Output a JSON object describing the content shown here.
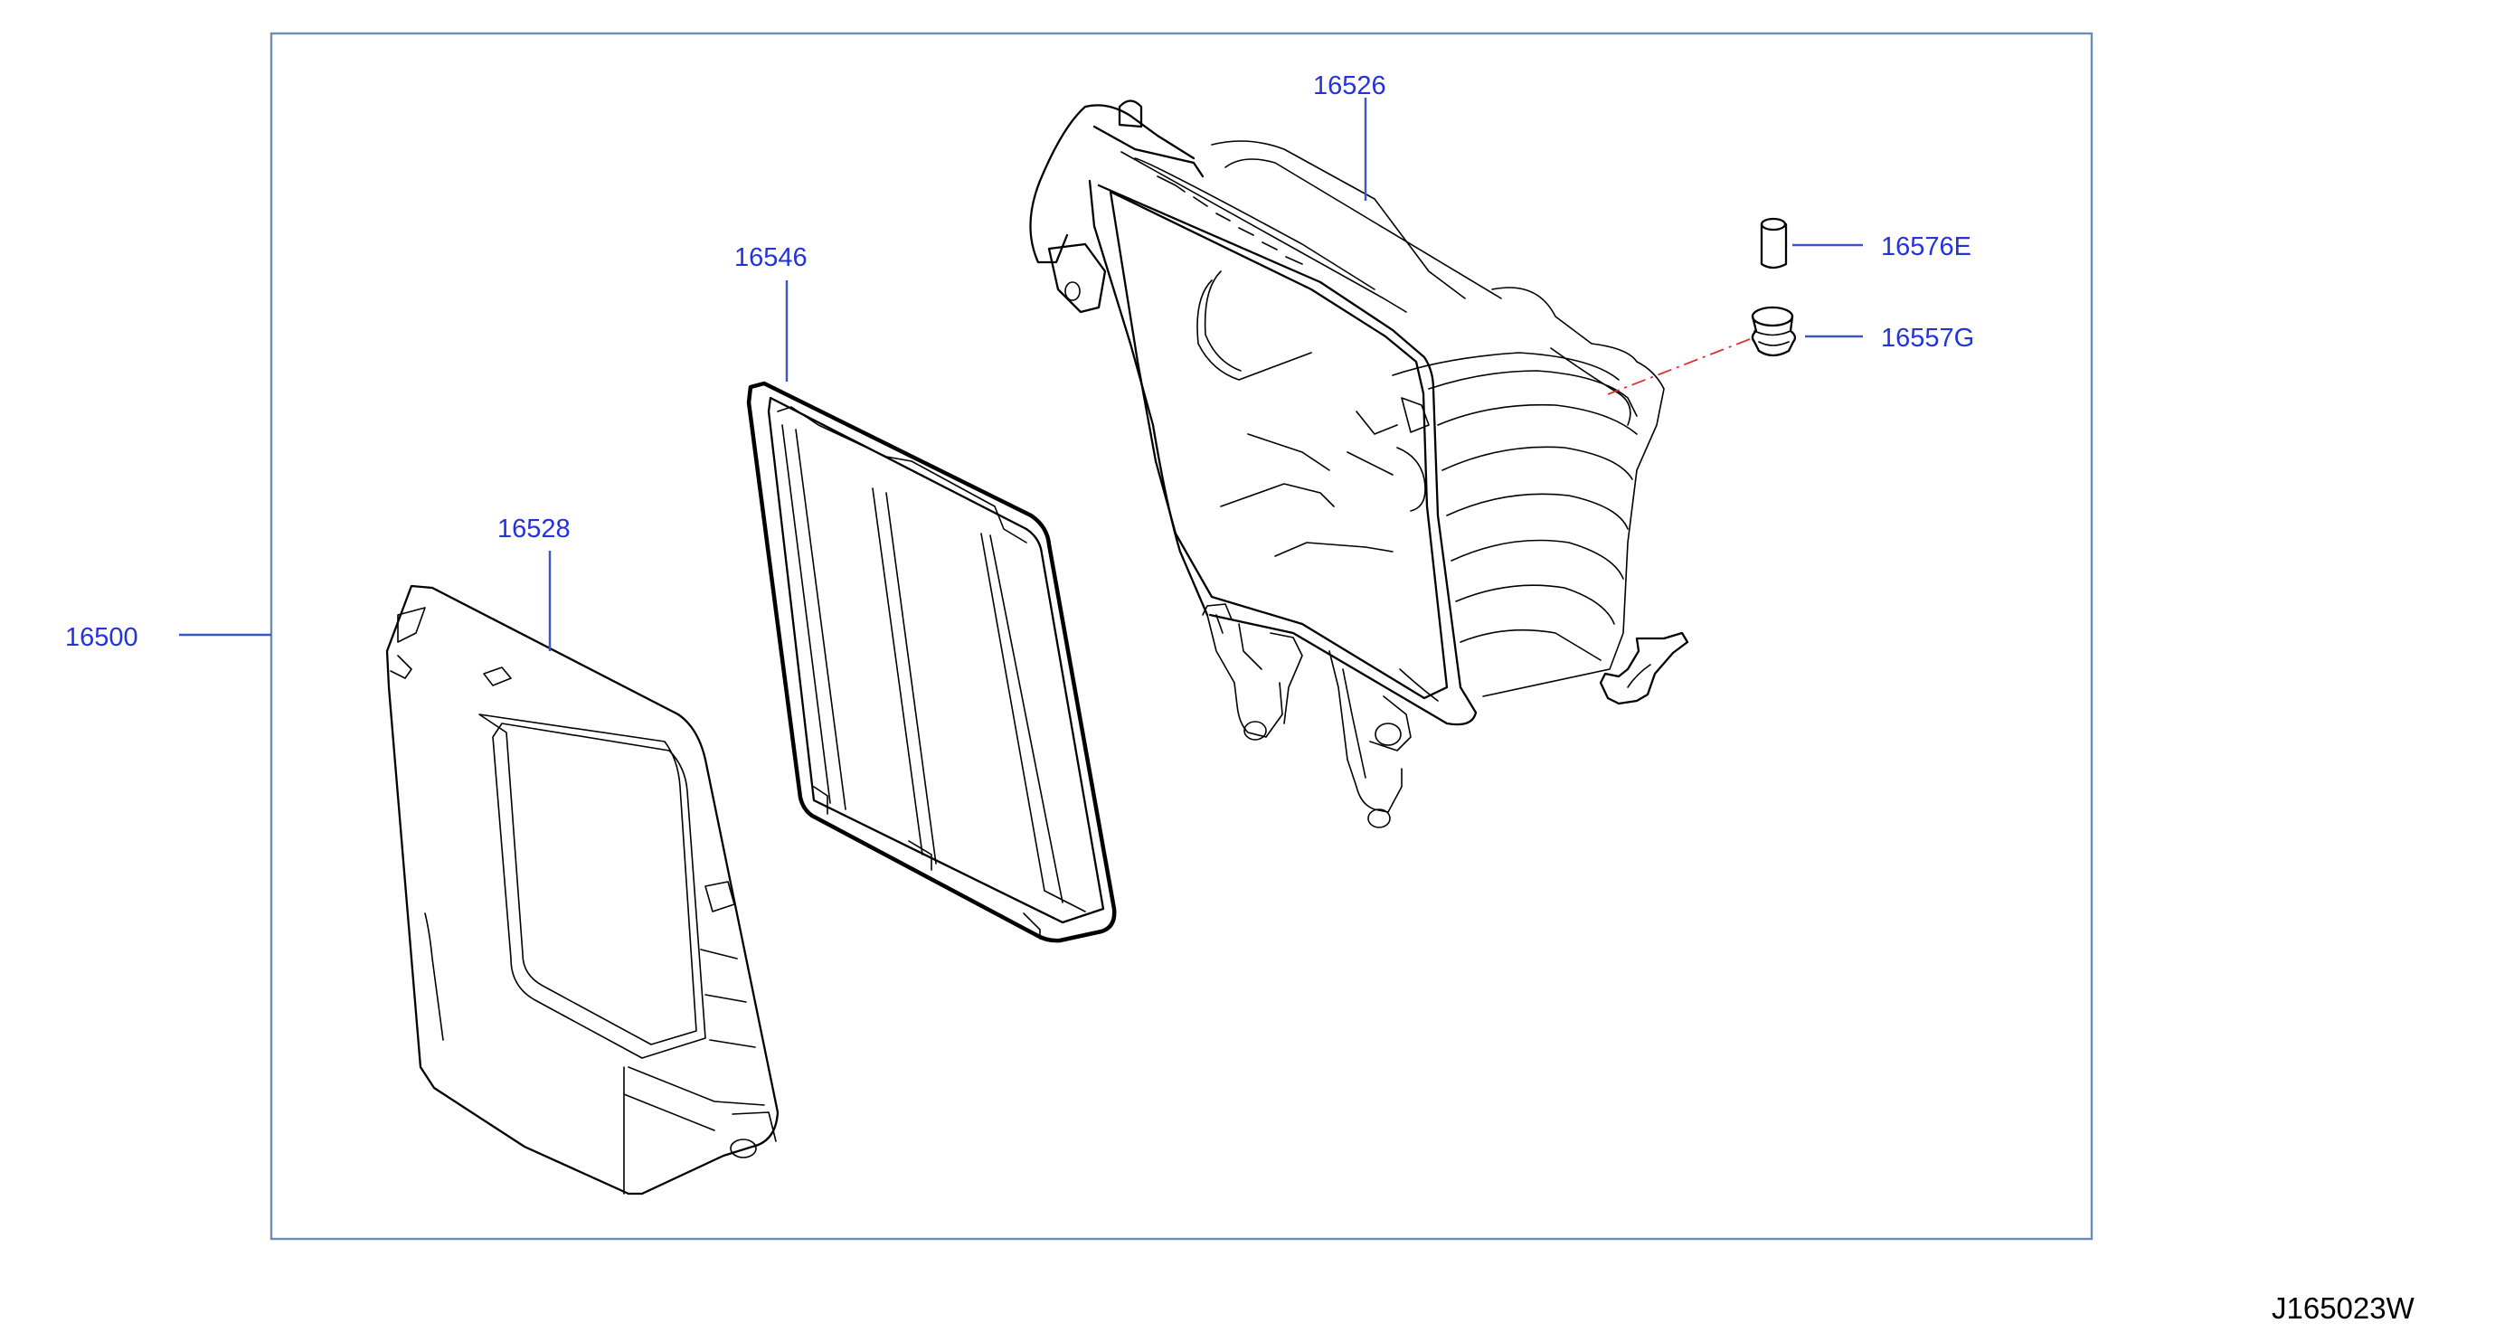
{
  "diagram": {
    "drawing_code": "J165023W",
    "colors": {
      "label": "#2433d6",
      "leader": "#3a55c8",
      "frame": "#6b8bb8",
      "line": "#000000",
      "dash": "#e03030"
    },
    "callouts": [
      {
        "id": "assembly",
        "text": "16500"
      },
      {
        "id": "cover",
        "text": "16528"
      },
      {
        "id": "element",
        "text": "16546"
      },
      {
        "id": "body",
        "text": "16526"
      },
      {
        "id": "pin",
        "text": "16576E"
      },
      {
        "id": "grommet",
        "text": "16557G"
      }
    ],
    "parts": [
      {
        "id": "air-cleaner-cover",
        "callout": "16528"
      },
      {
        "id": "air-cleaner-element",
        "callout": "16546"
      },
      {
        "id": "air-cleaner-body",
        "callout": "16526"
      },
      {
        "id": "pin",
        "callout": "16576E"
      },
      {
        "id": "grommet",
        "callout": "16557G"
      },
      {
        "id": "clip",
        "callout": ""
      }
    ]
  }
}
